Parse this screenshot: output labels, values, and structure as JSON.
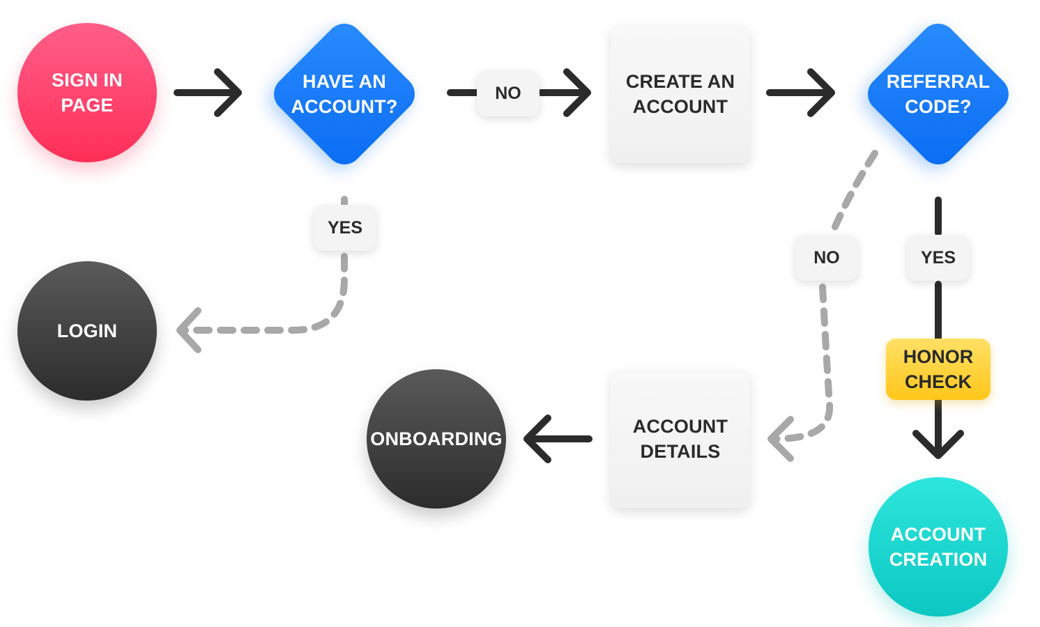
{
  "nodes": {
    "sign_in_page": "SIGN IN\nPAGE",
    "have_account": "HAVE AN\nACCOUNT?",
    "create_account": "CREATE AN\nACCOUNT",
    "referral_code": "REFERRAL\nCODE?",
    "login": "LOGIN",
    "onboarding": "ONBOARDING",
    "account_details": "ACCOUNT\nDETAILS",
    "honor_check": "HONOR\nCHECK",
    "account_creation": "ACCOUNT\nCREATION"
  },
  "edge_labels": {
    "have_account_no": "NO",
    "have_account_yes": "YES",
    "referral_no": "NO",
    "referral_yes": "YES"
  },
  "colors": {
    "pink": "#ff3b63",
    "blue": "#0a6cf2",
    "dark": "#333333",
    "teal": "#14d3cc",
    "yellow": "#ffcc1f",
    "solid_arrow": "#2b2b2b",
    "dashed_arrow": "#a8a8a8"
  }
}
